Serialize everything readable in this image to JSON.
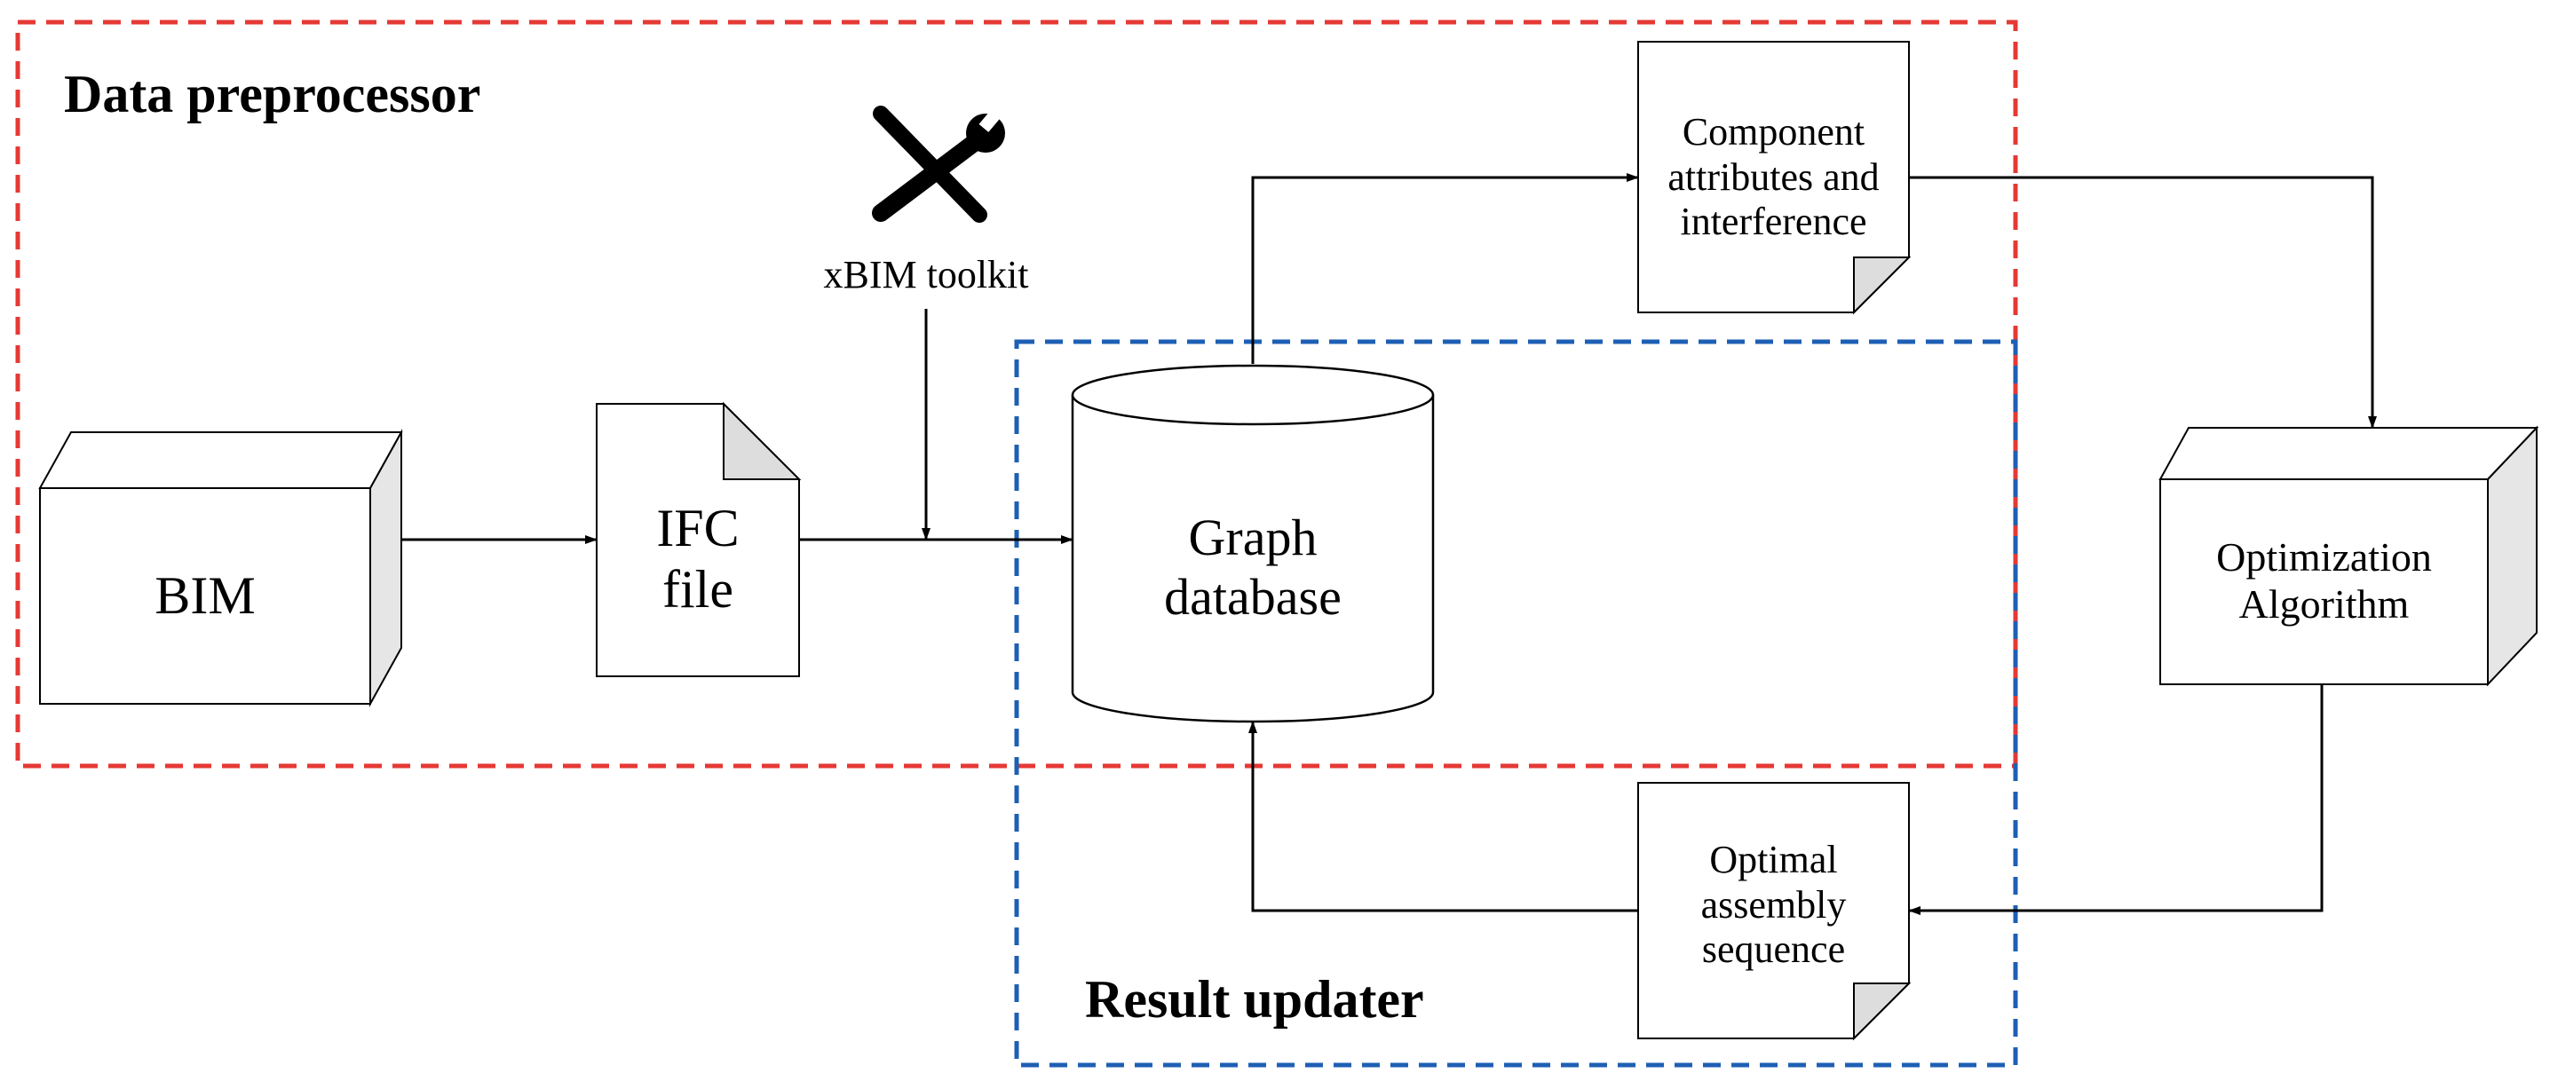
{
  "groups": {
    "preprocessor": {
      "title": "Data preprocessor",
      "border_color": "#e53935"
    },
    "updater": {
      "title": "Result updater",
      "border_color": "#1e5fb4"
    }
  },
  "nodes": {
    "bim": {
      "label": "BIM"
    },
    "ifc": {
      "line1": "IFC",
      "line2": "file"
    },
    "toolkit": {
      "label": "xBIM toolkit",
      "icon": "wrench-screwdriver-icon"
    },
    "graph_db": {
      "line1": "Graph",
      "line2": "database"
    },
    "component": {
      "line1": "Component",
      "line2": "attributes and",
      "line3": "interference"
    },
    "optimization": {
      "line1": "Optimization",
      "line2": "Algorithm"
    },
    "optimal": {
      "line1": "Optimal",
      "line2": "assembly",
      "line3": "sequence"
    }
  },
  "colors": {
    "stroke": "#000000",
    "box_side": "#e6e6e6",
    "fold": "#dddddd"
  }
}
